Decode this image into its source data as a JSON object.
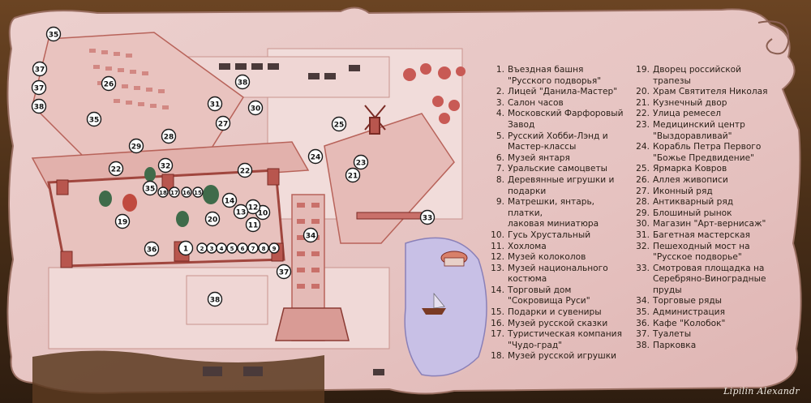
{
  "legend": {
    "left": [
      {
        "num": "1.",
        "label": "Въездная башня\n\"Русского подворья\""
      },
      {
        "num": "2.",
        "label": "Лицей \"Данила-Мастер\""
      },
      {
        "num": "3.",
        "label": "Салон часов"
      },
      {
        "num": "4.",
        "label": "Московский Фарфоровый\nЗавод"
      },
      {
        "num": "5.",
        "label": "Русский Хобби-Лэнд и\nМастер-классы"
      },
      {
        "num": "6.",
        "label": "Музей янтаря"
      },
      {
        "num": "7.",
        "label": "Уральские самоцветы"
      },
      {
        "num": "8.",
        "label": "Деревянные игрушки и\nподарки"
      },
      {
        "num": "9.",
        "label": "Матрешки, янтарь, платки,\nлаковая миниатюра"
      },
      {
        "num": "10.",
        "label": "Гусь Хрустальный"
      },
      {
        "num": "11.",
        "label": "Хохлома"
      },
      {
        "num": "12.",
        "label": "Музей колоколов"
      },
      {
        "num": "13.",
        "label": "Музей национального\nкостюма"
      },
      {
        "num": "14.",
        "label": "Торговый дом\n\"Сокровища Руси\""
      },
      {
        "num": "15.",
        "label": "Подарки и сувениры"
      },
      {
        "num": "16.",
        "label": "Музей русской сказки"
      },
      {
        "num": "17.",
        "label": "Туристическая компания\n\"Чудо-град\""
      },
      {
        "num": "18.",
        "label": "Музей русской игрушки"
      }
    ],
    "right": [
      {
        "num": "19.",
        "label": "Дворец российской\nтрапезы"
      },
      {
        "num": "20.",
        "label": "Храм Святителя Николая"
      },
      {
        "num": "21.",
        "label": "Кузнечный двор"
      },
      {
        "num": "22.",
        "label": "Улица ремесел"
      },
      {
        "num": "23.",
        "label": "Медицинский центр\n\"Выздоравливай\""
      },
      {
        "num": "24.",
        "label": "Корабль Петра Первого\n\"Божье Предвидение\""
      },
      {
        "num": "25.",
        "label": "Ярмарка Ковров"
      },
      {
        "num": "26.",
        "label": "Аллея живописи"
      },
      {
        "num": "27.",
        "label": "Иконный ряд"
      },
      {
        "num": "28.",
        "label": "Антикварный ряд"
      },
      {
        "num": "29.",
        "label": "Блошиный рынок"
      },
      {
        "num": "30.",
        "label": "Магазин \"Арт-вернисаж\""
      },
      {
        "num": "31.",
        "label": "Багетная мастерская"
      },
      {
        "num": "32.",
        "label": "Пешеходный мост на\n\"Русское подворье\""
      },
      {
        "num": "33.",
        "label": "Смотровая площадка на\nСеребряно-Виноградные\nпруды"
      },
      {
        "num": "34.",
        "label": "Торговые ряды"
      },
      {
        "num": "35.",
        "label": "Администрация"
      },
      {
        "num": "36.",
        "label": "Кафе \"Колобок\""
      },
      {
        "num": "37.",
        "label": "Туалеты"
      },
      {
        "num": "38.",
        "label": "Парковка"
      }
    ]
  },
  "markers": [
    "1",
    "2",
    "3",
    "4",
    "5",
    "6",
    "7",
    "8",
    "9",
    "10",
    "11",
    "12",
    "13",
    "14",
    "15",
    "16",
    "17",
    "18",
    "19",
    "20",
    "21",
    "22",
    "22",
    "23",
    "24",
    "25",
    "26",
    "27",
    "28",
    "29",
    "30",
    "31",
    "32",
    "33",
    "34",
    "35",
    "35",
    "35",
    "36",
    "37",
    "37",
    "37",
    "38",
    "38",
    "38"
  ],
  "watermark": "Lipilin Alexandr",
  "colors": {
    "paper": "#e9c8c6",
    "road": "#f2e0de",
    "wall": "#b8635a",
    "water": "#c9c2e6",
    "wood": "#5a3a20"
  }
}
